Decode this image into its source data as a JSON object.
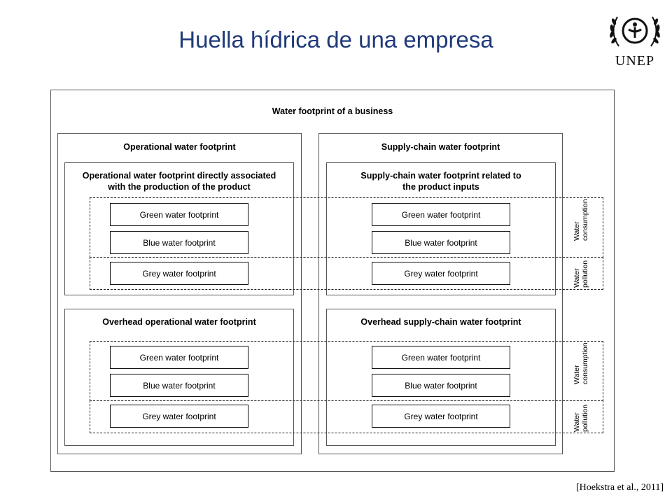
{
  "slide": {
    "title": "Huella hídrica de una empresa",
    "logo_text": "UNEP",
    "citation": "[Hoekstra et al., 2011]"
  },
  "diagram": {
    "business_title": "Water footprint of a business",
    "operational_title": "Operational water footprint",
    "supply_title": "Supply-chain water footprint",
    "op_direct_line1": "Operational water footprint directly associated",
    "op_direct_line2": "with the production of the product",
    "sc_inputs_line1": "Supply-chain water footprint related to",
    "sc_inputs_line2": "the product inputs",
    "op_overhead_title": "Overhead operational water footprint",
    "sc_overhead_title": "Overhead supply-chain water footprint",
    "green": "Green water footprint",
    "blue": "Blue water footprint",
    "grey": "Grey water footprint",
    "water_label": "Water",
    "consumption_label": "consumption",
    "pollution_label": "pollution"
  },
  "colors": {
    "title": "#1f3a7a"
  }
}
